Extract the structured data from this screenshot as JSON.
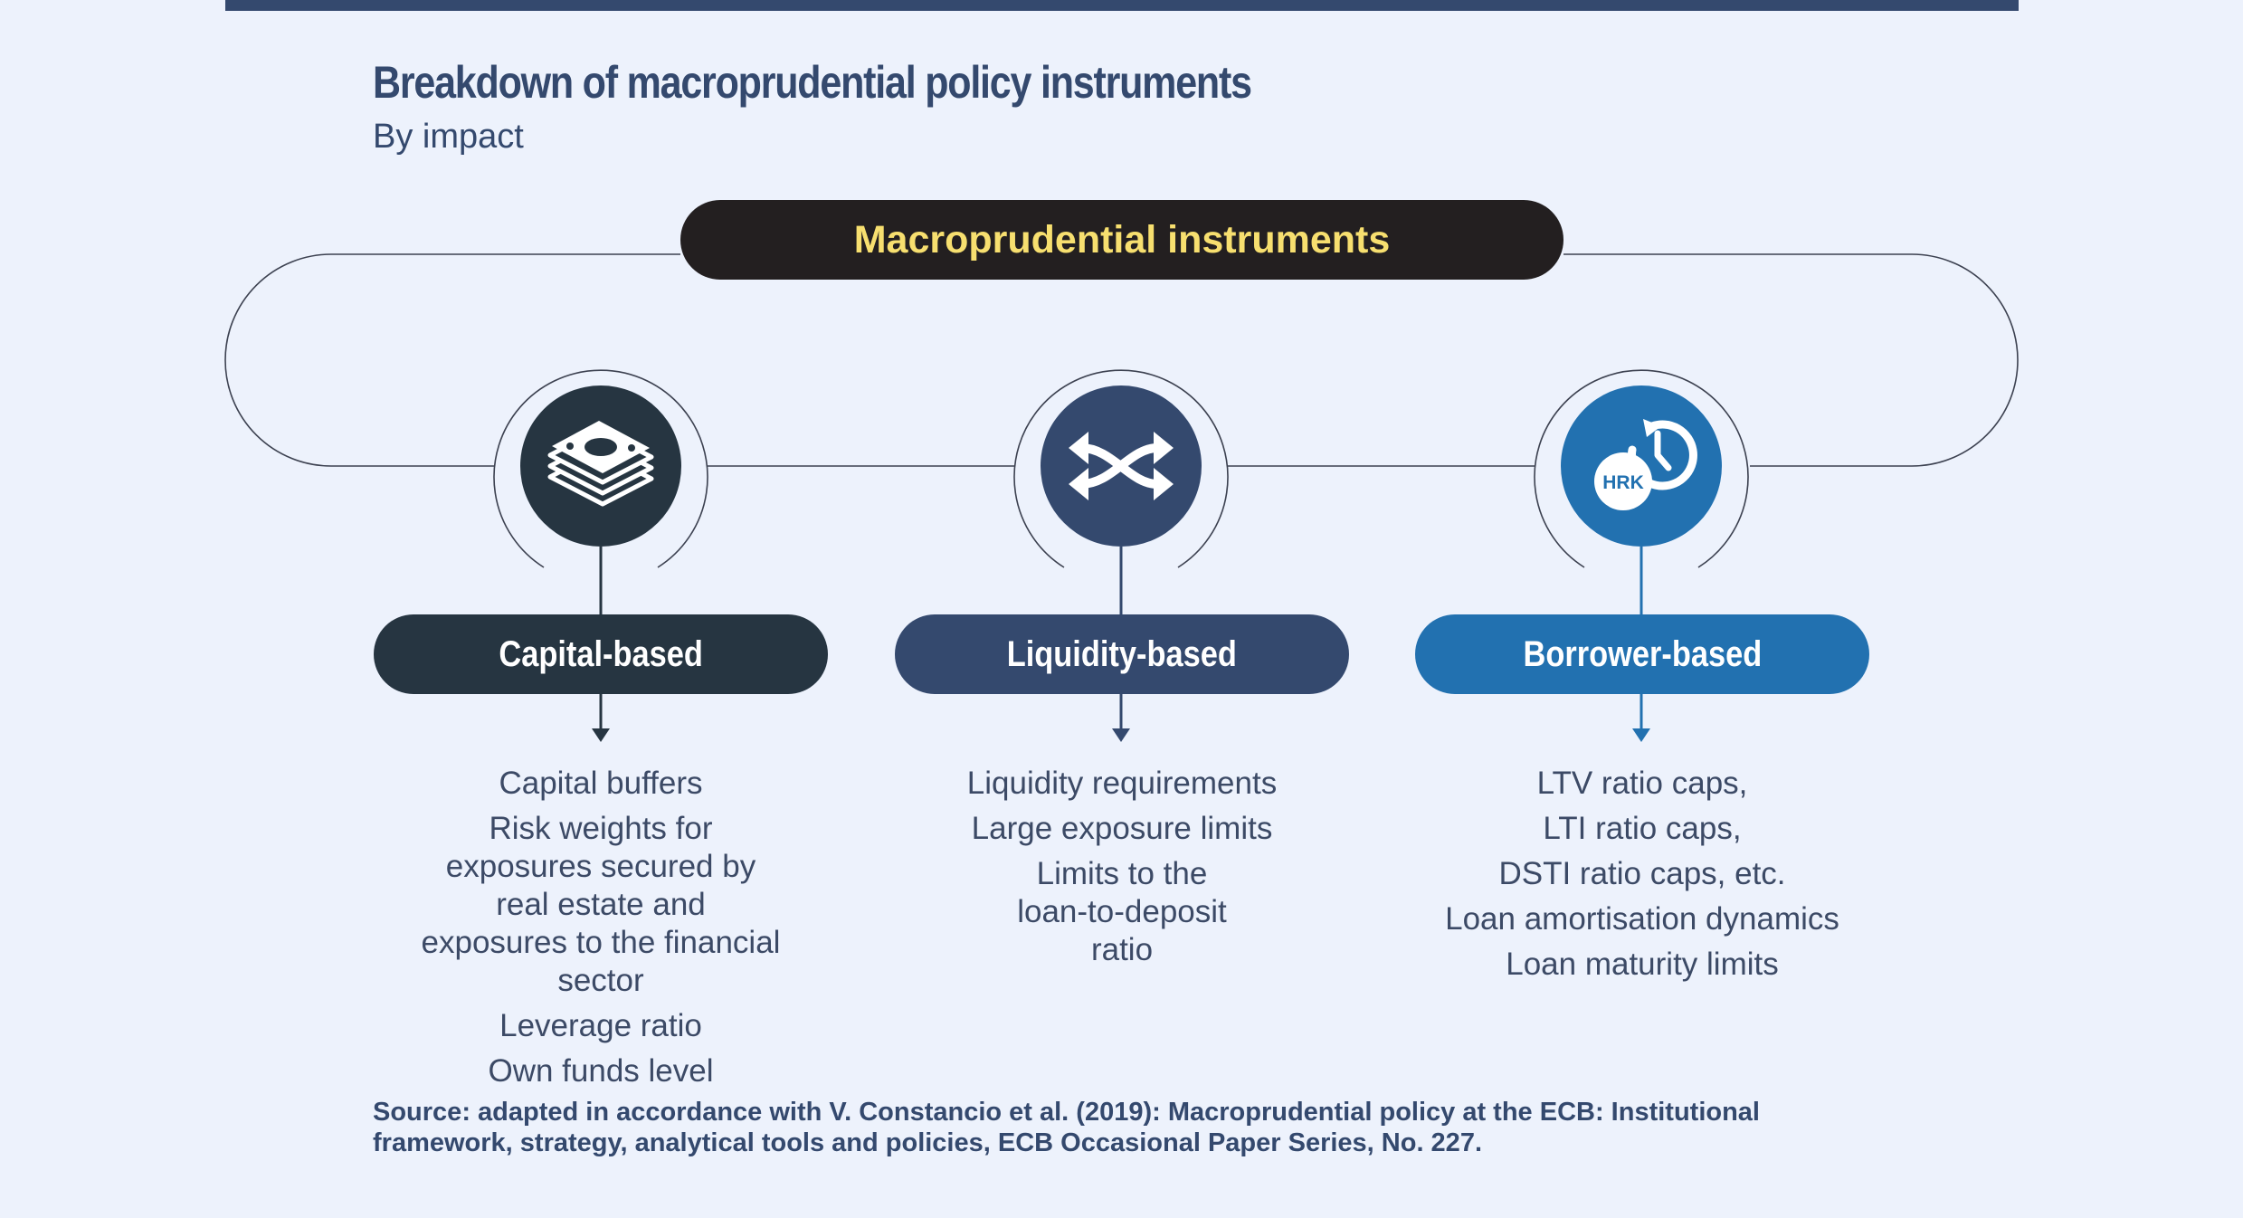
{
  "header": {
    "title": "Breakdown of macroprudential policy instruments",
    "subtitle": "By impact"
  },
  "diagram": {
    "root_label": "Macroprudential instruments",
    "colors": {
      "root_fill": "#231f20",
      "root_text": "#f7df6f",
      "capital": "#263541",
      "liquidity": "#34496e",
      "borrower": "#2271b0",
      "line": "#3c4150"
    },
    "categories": [
      {
        "label": "Capital-based",
        "icon": "money-stack-icon",
        "items": [
          "Capital buffers",
          "Risk weights for exposures secured by real estate and exposures to the financial sector",
          "Leverage ratio",
          "Own funds level"
        ]
      },
      {
        "label": "Liquidity-based",
        "icon": "shuffle-arrows-icon",
        "items": [
          "Liquidity requirements",
          "Large exposure limits",
          "Limits to the loan-to-deposit ratio"
        ]
      },
      {
        "label": "Borrower-based",
        "icon": "clock-currency-icon",
        "icon_text": "HRK",
        "items": [
          "LTV ratio caps,",
          "LTI ratio caps,",
          "DSTI ratio caps, etc.",
          "Loan amortisation dynamics",
          "Loan maturity limits"
        ]
      }
    ]
  },
  "source": "Source: adapted in accordance with V. Constancio et al. (2019): Macroprudential policy at the ECB: Institutional framework, strategy, analytical tools and policies, ECB Occasional Paper Series, No. 227."
}
